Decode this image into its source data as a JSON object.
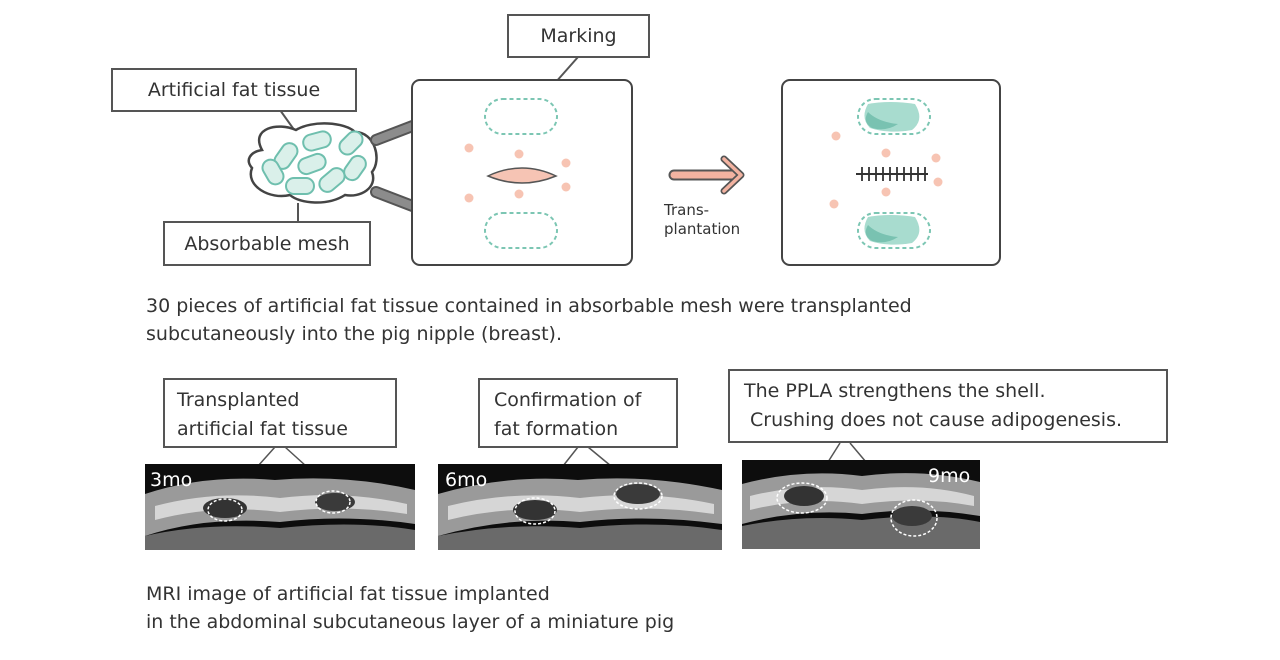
{
  "labels": {
    "marking": "Marking",
    "artificial_fat_tissue": "Artificial fat tissue",
    "absorbable_mesh": "Absorbable mesh",
    "transplantation_line1": "Trans-",
    "transplantation_line2": "plantation",
    "transplanted_line1": "Transplanted",
    "transplanted_line2": "artificial fat tissue",
    "confirmation_line1": "Confirmation of",
    "confirmation_line2": "fat formation",
    "ppla_line1": "The PPLA strengthens the shell.",
    "ppla_line2": " Crushing does not cause adipogenesis."
  },
  "captions": {
    "top_line1": "30 pieces of artificial fat tissue contained in absorbable mesh were transplanted",
    "top_line2": "subcutaneously into the pig nipple (breast).",
    "bottom_line1": "MRI image of artificial fat tissue implanted",
    "bottom_line2": "in the abdominal subcutaneous layer of a miniature pig"
  },
  "mri_timepoints": [
    "3mo",
    "6mo",
    "9mo"
  ],
  "colors": {
    "outline": "#555555",
    "dot": "#f7c4b3",
    "incision": "#f6c4b4",
    "tissue_fill": "#daf0ea",
    "tissue_stroke": "#6fbfae",
    "dashed": "#7cc6b3",
    "arrow_gray": "#8c8c8c",
    "arrow_pink": "#f3b3a1"
  }
}
